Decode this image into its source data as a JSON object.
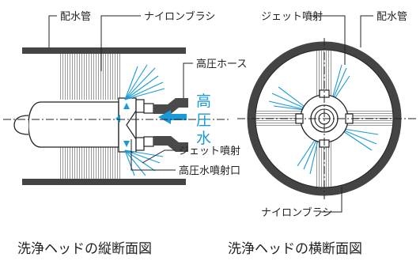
{
  "colors": {
    "accent": "#1a9ad6",
    "pipe": "#444444",
    "line": "#222222"
  },
  "left": {
    "caption": "洗浄ヘッドの縦断面図",
    "labels": {
      "pipe": "配水管",
      "nylon_brush": "ナイロンブラシ",
      "hose": "高圧ホース",
      "jet": "ジェット噴射",
      "nozzle_port": "高圧水噴射口"
    },
    "water": [
      "高",
      "圧",
      "水"
    ]
  },
  "right": {
    "caption": "洗浄ヘッドの横断面図",
    "labels": {
      "jet": "ジェット噴射",
      "pipe": "配水管",
      "nylon_brush": "ナイロンブラシ"
    }
  }
}
